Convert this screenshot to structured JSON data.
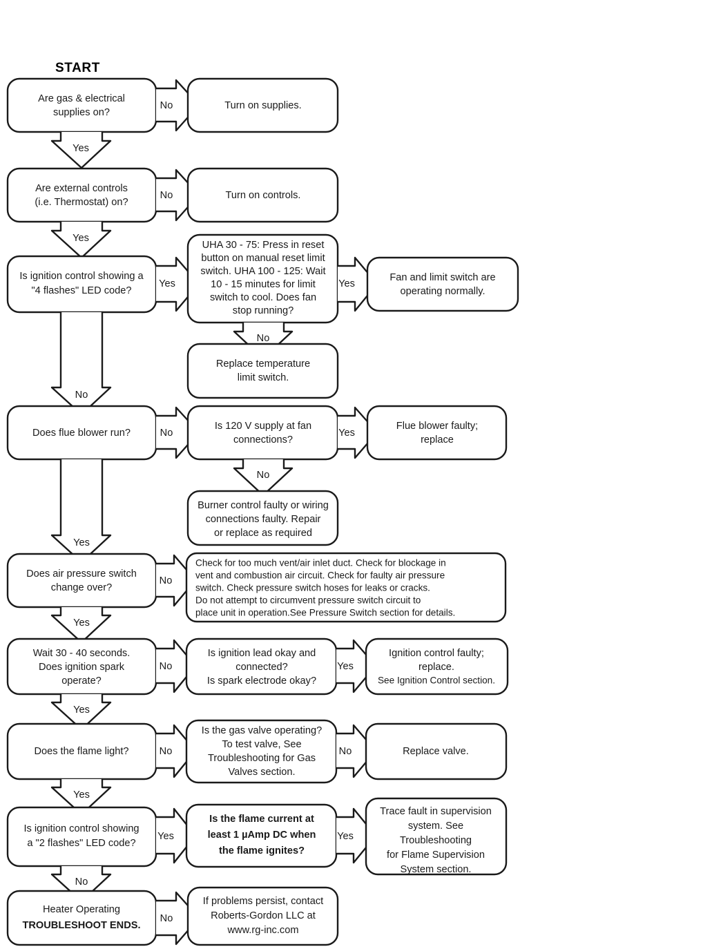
{
  "diagram": {
    "title": "START",
    "type": "flowchart",
    "orientation": "top-down with right branches",
    "line_color": "#1a1a1a",
    "fill_color": "#ffffff"
  },
  "nodes": {
    "n1": {
      "lines": [
        "Are gas & electrical",
        "supplies on?"
      ]
    },
    "n1r": {
      "lines": [
        "Turn on supplies."
      ]
    },
    "n2": {
      "lines": [
        "Are external controls",
        "(i.e. Thermostat) on?"
      ]
    },
    "n2r": {
      "lines": [
        "Turn on controls."
      ]
    },
    "n3": {
      "lines": [
        "Is ignition control showing a",
        "\"4 flashes\" LED code?"
      ]
    },
    "n3r": {
      "lines": [
        "UHA 30 - 75: Press in reset",
        "button on manual reset limit",
        "switch. UHA 100 - 125: Wait",
        "10 - 15 minutes for limit",
        "switch to cool. Does fan",
        "stop running?"
      ]
    },
    "n3rr": {
      "lines": [
        "Fan and limit switch are",
        "operating normally."
      ]
    },
    "n3rd": {
      "lines": [
        "Replace temperature",
        "limit switch."
      ]
    },
    "n4": {
      "lines": [
        "Does flue blower run?"
      ]
    },
    "n4r": {
      "lines": [
        "Is 120 V supply at fan",
        "connections?"
      ]
    },
    "n4rr": {
      "lines": [
        "Flue blower faulty;",
        "replace"
      ]
    },
    "n4rd": {
      "lines": [
        "Burner control faulty or wiring",
        "connections faulty. Repair",
        "or replace as required"
      ]
    },
    "n5": {
      "lines": [
        "Does air pressure switch",
        "change over?"
      ]
    },
    "n5r": {
      "lines": [
        "Check for too much vent/air inlet duct. Check for blockage in",
        "vent and combustion air circuit. Check for faulty air pressure",
        "switch. Check pressure switch hoses for leaks or cracks.",
        "Do not attempt to circumvent pressure switch circuit to",
        "place unit in operation.See Pressure Switch section for details."
      ]
    },
    "n6": {
      "lines": [
        "Wait 30 - 40 seconds.",
        "Does ignition spark",
        "operate?"
      ]
    },
    "n6r": {
      "lines": [
        "Is ignition lead okay and",
        "connected?",
        "Is spark electrode okay?"
      ]
    },
    "n6rr": {
      "lines": [
        "Ignition control faulty;",
        "replace.",
        "See Ignition Control section."
      ]
    },
    "n7": {
      "lines": [
        "Does the flame light?"
      ]
    },
    "n7r": {
      "lines": [
        "Is the gas valve operating?",
        "To test valve, See",
        "Troubleshooting for Gas",
        "Valves section."
      ]
    },
    "n7rr": {
      "lines": [
        "Replace valve."
      ]
    },
    "n8": {
      "lines": [
        "Is ignition control showing",
        "a \"2 flashes\" LED code?"
      ]
    },
    "n8r": {
      "lines": [
        "Is the flame current at",
        "least 1 µAmp DC when",
        "the flame ignites?"
      ]
    },
    "n8rr": {
      "lines": [
        "Trace fault in supervision",
        "system. See",
        "Troubleshooting",
        "for Flame Supervision",
        "System section."
      ]
    },
    "n9": {
      "lines": [
        "Heater Operating",
        "TROUBLESHOOT ENDS."
      ]
    },
    "n9r": {
      "lines": [
        "If problems persist, contact",
        "Roberts-Gordon LLC at",
        "www.rg-inc.com"
      ]
    }
  },
  "edge_labels": {
    "e1_no": "No",
    "e1_yes": "Yes",
    "e2_no": "No",
    "e2_yes": "Yes",
    "e3_yes": "Yes",
    "e3r_yes": "Yes",
    "e3r_no": "No",
    "e3_no": "No",
    "e4_no": "No",
    "e4r_yes": "Yes",
    "e4r_no": "No",
    "e4_yes": "Yes",
    "e5_no": "No",
    "e5_yes": "Yes",
    "e6_no": "No",
    "e6r_yes": "Yes",
    "e6_yes": "Yes",
    "e7_no": "No",
    "e7r_no": "No",
    "e7_yes": "Yes",
    "e8_yes": "Yes",
    "e8r_yes": "Yes",
    "e8_no": "No",
    "e9_no": "No"
  }
}
